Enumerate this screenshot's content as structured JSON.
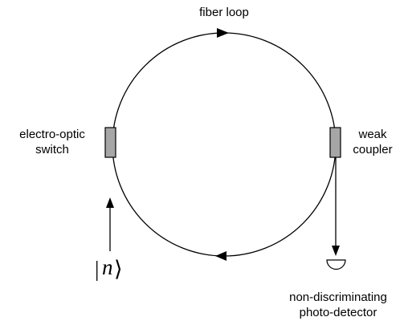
{
  "labels": {
    "fiber_loop": "fiber loop",
    "switch_line1": "electro-optic",
    "switch_line2": "switch",
    "coupler_line1": "weak",
    "coupler_line2": "coupler",
    "detector_line1": "non-discriminating",
    "detector_line2": "photo-detector"
  },
  "input_state": {
    "bra": "|",
    "symbol": "n",
    "ket": "⟩"
  },
  "colors": {
    "component_fill": "#a6a6a6",
    "stroke": "#000000"
  }
}
